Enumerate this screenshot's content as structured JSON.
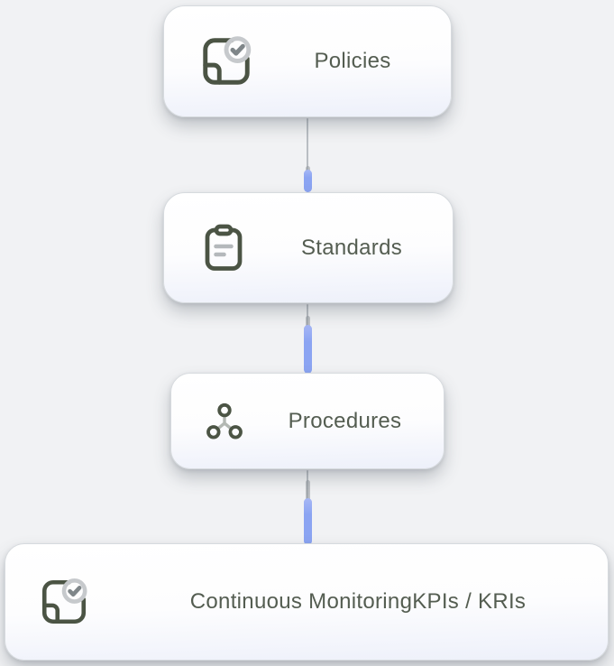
{
  "diagram": {
    "type": "vertical-flowchart",
    "background_color": "#f1f2f4",
    "card_border_color": "#d6dade",
    "card_gradient_bottom": "#edf0fa",
    "label_text_color": "#545d51",
    "icon_stroke_color": "#4b5444",
    "icon_muted_color": "#c6c9cc",
    "icon_check_color": "#7f8689",
    "edge_line_color": "#b9bec3",
    "target_handle_color": "#8ba4f2",
    "nodes": [
      {
        "id": "policies",
        "label": "Policies",
        "icon": "sticker-check-icon"
      },
      {
        "id": "standards",
        "label": "Standards",
        "icon": "clipboard-list-icon"
      },
      {
        "id": "procedures",
        "label": "Procedures",
        "icon": "network-icon"
      },
      {
        "id": "monitoring",
        "label": "Continuous MonitoringKPIs / KRIs",
        "icon": "sticker-check-icon"
      }
    ],
    "edges": [
      {
        "from": "policies",
        "to": "standards"
      },
      {
        "from": "standards",
        "to": "procedures"
      },
      {
        "from": "procedures",
        "to": "monitoring"
      }
    ]
  }
}
